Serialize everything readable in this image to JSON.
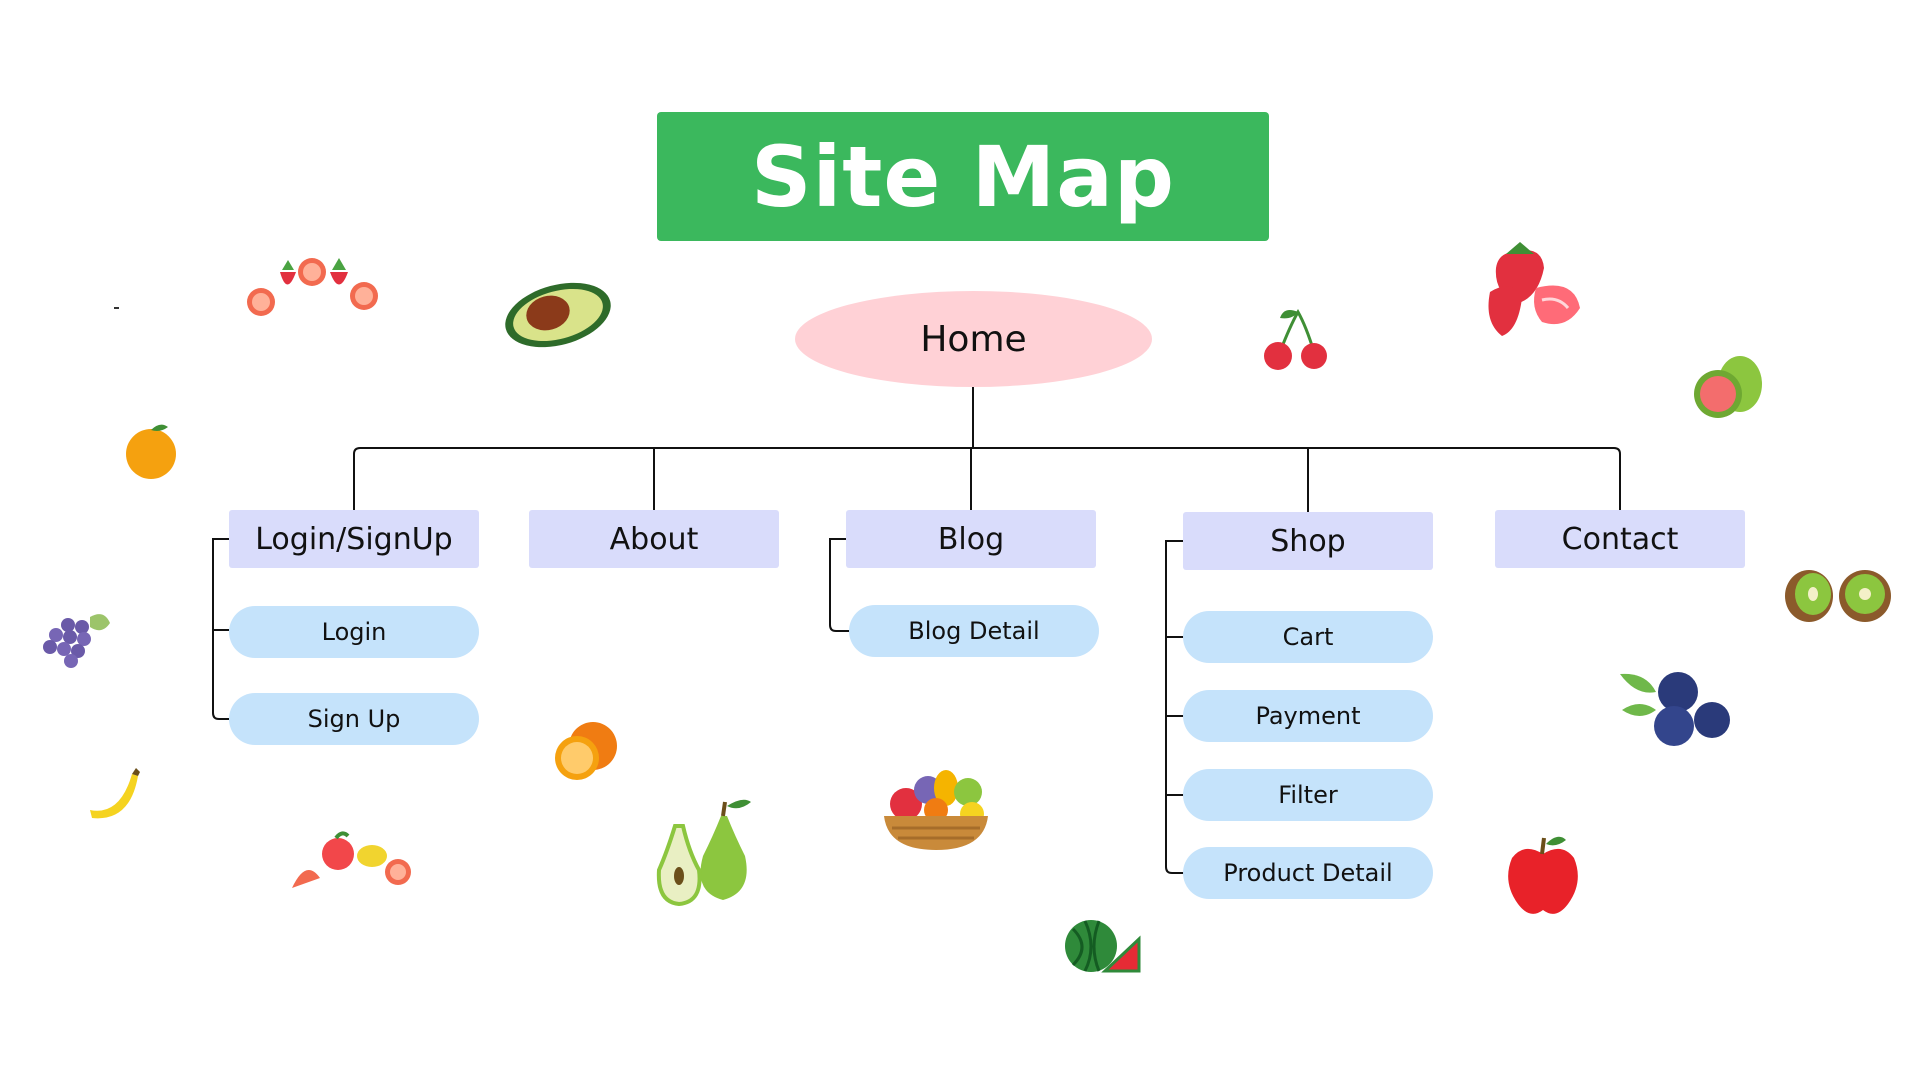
{
  "title": "Site Map",
  "root": "Home",
  "sections": [
    {
      "label": "Login/SignUp",
      "children": [
        "Login",
        "Sign Up"
      ]
    },
    {
      "label": "About",
      "children": []
    },
    {
      "label": "Blog",
      "children": [
        "Blog Detail"
      ]
    },
    {
      "label": "Shop",
      "children": [
        "Cart",
        "Payment",
        "Filter",
        "Product Detail"
      ]
    },
    {
      "label": "Contact",
      "children": []
    }
  ],
  "colors": {
    "title_bg": "#3bb85d",
    "home_bg": "#ffd1d6",
    "section_bg": "#d9dcfb",
    "child_bg": "#c5e3fb",
    "line": "#111111"
  },
  "decorations": [
    "citrus-berry-cluster-icon",
    "avocado-icon",
    "orange-icon",
    "grapes-icon",
    "banana-icon",
    "mixed-fruits-icon",
    "orange-half-icon",
    "pear-icon",
    "fruit-basket-icon",
    "watermelon-icon",
    "cherry-icon",
    "strawberry-icon",
    "guava-icon",
    "kiwi-icon",
    "blueberry-icon",
    "apple-icon"
  ]
}
